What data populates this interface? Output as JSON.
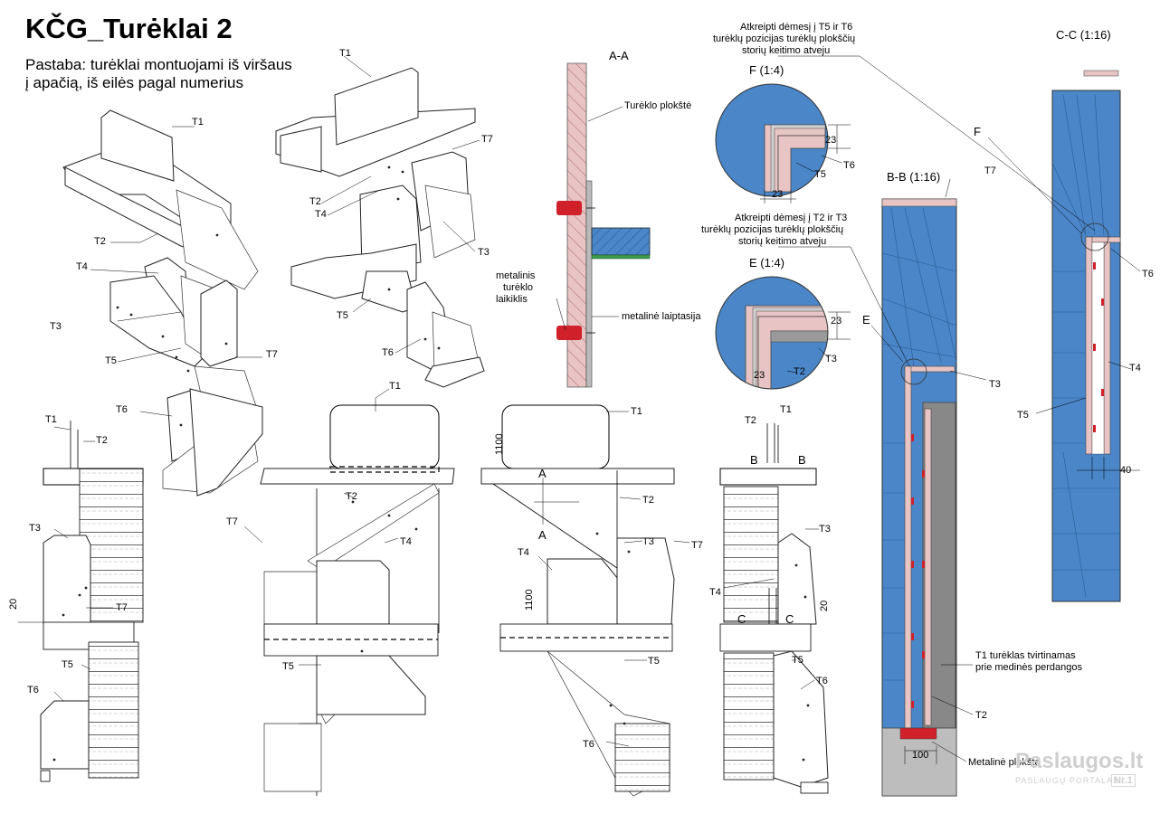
{
  "title": "KČG_Turėklai 2",
  "note_line1": "Pastaba:  turėklai montuojami iš viršaus",
  "note_line2": "į apačią, iš eilės pagal numerius",
  "labels": {
    "t1": "T1",
    "t2": "T2",
    "t3": "T3",
    "t4": "T4",
    "t5": "T5",
    "t6": "T6",
    "t7": "T7"
  },
  "section_aa": {
    "title": "A-A",
    "plate": "Turėklo plokštė",
    "holder_1": "metalinis",
    "holder_2": "turėklo",
    "holder_3": "laikiklis",
    "stair": "metalinė laiptasija"
  },
  "detail_f": {
    "note_1": "Atkreipti dėmesį į T5 ir T6",
    "note_2": "turėklų pozicijas turėklų plokščių",
    "note_3": "storių keitimo atveju",
    "title": "F (1:4)",
    "dim_v": "23",
    "dim_h": "23",
    "t5": "T5",
    "t6": "T6"
  },
  "detail_e": {
    "note_1": "Atkreipti dėmesį į T2 ir T3",
    "note_2": "turėklų pozicijas turėklų plokščių",
    "note_3": "storių keitimo atveju",
    "title": "E (1:4)",
    "dim_v": "23",
    "dim_h": "23",
    "t2": "T2",
    "t3": "T3"
  },
  "section_bb": {
    "title": "B-B (1:16)",
    "marker_e": "E",
    "t7": "T7",
    "t3": "T3",
    "t2": "T2",
    "note_1": "T1 turėklas tvirtinamas",
    "note_2": "prie medinės perdangos",
    "dim": "100",
    "metal_plate": "Metalinė plokštė"
  },
  "section_cc": {
    "title": "C-C (1:16)",
    "marker_f": "F",
    "t6": "T6",
    "t4": "T4",
    "t5": "T5",
    "dim": "40"
  },
  "views": {
    "dim_20": "20",
    "dim_1100": "1100",
    "cut_a": "A",
    "cut_b": "B",
    "cut_c": "C"
  },
  "watermark": {
    "brand": "Paslaugos.lt",
    "tagline": "PASLAUGŲ PORTALAS",
    "badge": "Nr.1"
  },
  "colors": {
    "blue_fill": "#4a86c8",
    "plate_pink": "#e8c4c4",
    "steel_gray": "#999999",
    "holder_red": "#d0202a",
    "tread_green": "#3a9a4a"
  }
}
